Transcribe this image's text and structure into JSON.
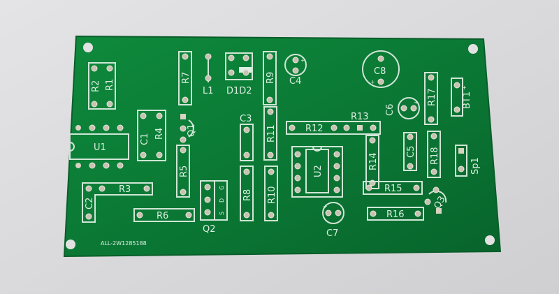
{
  "board": {
    "serial": "ALL-2W1285188",
    "colors": {
      "solder_mask": "#0b7a35",
      "silkscreen": "#dcefe2",
      "background": "#d9d9dc"
    }
  },
  "labels": {
    "R1": "R1",
    "R2": "R2",
    "R3": "R3",
    "R4": "R4",
    "R5": "R5",
    "R6": "R6",
    "R7": "R7",
    "R8": "R8",
    "R9": "R9",
    "R10": "R10",
    "R11": "R11",
    "R12": "R12",
    "R13": "R13",
    "R14": "R14",
    "R15": "R15",
    "R16": "R16",
    "R17": "R17",
    "R18": "R18",
    "C1": "C1",
    "C2": "C2",
    "C3": "C3",
    "C4": "C4",
    "C5": "C5",
    "C6": "C6",
    "C7": "C7",
    "C8": "C8",
    "L1": "L1",
    "D1D2": "D1D2",
    "U1": "U1",
    "U2": "U2",
    "Q1": "Q1",
    "Q2": "Q2",
    "Q3": "Q3",
    "BT1": "BT1",
    "Sp1": "Sp1",
    "q2_pins": [
      "G",
      "D",
      "S"
    ],
    "plus": "+"
  }
}
